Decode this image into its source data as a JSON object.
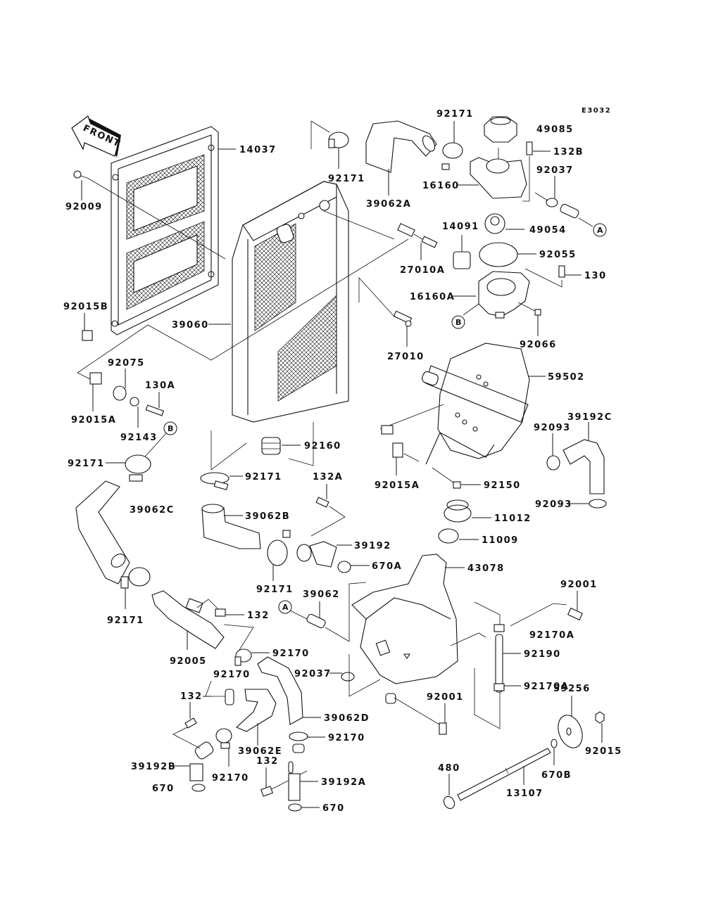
{
  "diagram": {
    "code": "E3032",
    "front_label": "FRONT",
    "refs": {
      "a": "A",
      "b": "B"
    },
    "parts": {
      "p14037": "14037",
      "p92009": "92009",
      "p92015B": "92015B",
      "p39060": "39060",
      "p92075": "92075",
      "p130A": "130A",
      "p92015A_left": "92015A",
      "p92143": "92143",
      "p92171_left": "92171",
      "p39062C": "39062C",
      "p92171_top_left": "92171",
      "p92171_top_right": "92171",
      "p39062A": "39062A",
      "p49085": "49085",
      "p132B": "132B",
      "p92037_top": "92037",
      "p16160": "16160",
      "p14091": "14091",
      "p49054": "49054",
      "p92055": "92055",
      "p27010A": "27010A",
      "p130": "130",
      "p16160A": "16160A",
      "p92066": "92066",
      "p27010": "27010",
      "p59502": "59502",
      "p92093_a": "92093",
      "p39192C": "39192C",
      "p92093_b": "92093",
      "p92160": "92160",
      "p92171_mid": "92171",
      "p132A": "132A",
      "p92015A_mid": "92015A",
      "p92150": "92150",
      "p11012": "11012",
      "p11009": "11009",
      "p39062B": "39062B",
      "p39192": "39192",
      "p670A": "670A",
      "p92171_low": "92171",
      "p43078": "43078",
      "p39062": "39062",
      "p92001_a": "92001",
      "p92171_left_low": "92171",
      "p132_a": "132",
      "p92170A_a": "92170A",
      "p92005": "92005",
      "p92170_a": "92170",
      "p92190": "92190",
      "p92037_low": "92037",
      "p92170_b": "92170",
      "p59256": "59256",
      "p132_b": "132",
      "p92001_b": "92001",
      "p92170A_b": "92170A",
      "p39062D": "39062D",
      "p92170_c": "92170",
      "p92015": "92015",
      "p39062E": "39062E",
      "p39192B": "39192B",
      "p132_c": "132",
      "p670B": "670B",
      "p480": "480",
      "p670_a": "670",
      "p92170_d": "92170",
      "p39192A": "39192A",
      "p13107": "13107",
      "p670_b": "670"
    }
  }
}
